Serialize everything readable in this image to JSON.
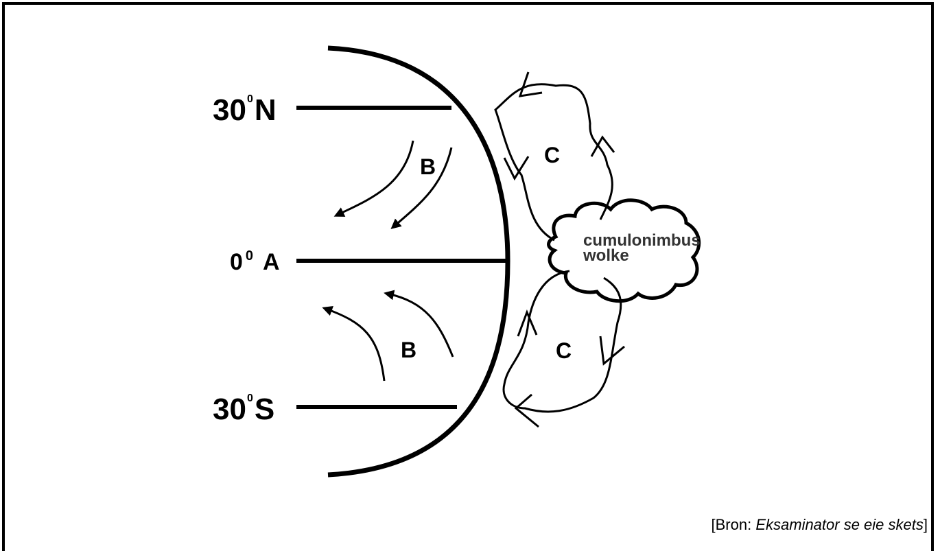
{
  "latitudes": {
    "north": {
      "number": "30",
      "degree": "0",
      "letter": "N"
    },
    "equator": {
      "number": "0",
      "degree": "0",
      "letter": "A"
    },
    "south": {
      "number": "30",
      "degree": "0",
      "letter": "S"
    }
  },
  "labels": {
    "b_north": "B",
    "b_south": "B",
    "c_north": "C",
    "c_south": "C"
  },
  "cloud": {
    "line1": "cumulonimbus",
    "line2": "wolke"
  },
  "source": {
    "open": "[Bron: ",
    "title": "Eksaminator se eie skets",
    "close": "]"
  }
}
